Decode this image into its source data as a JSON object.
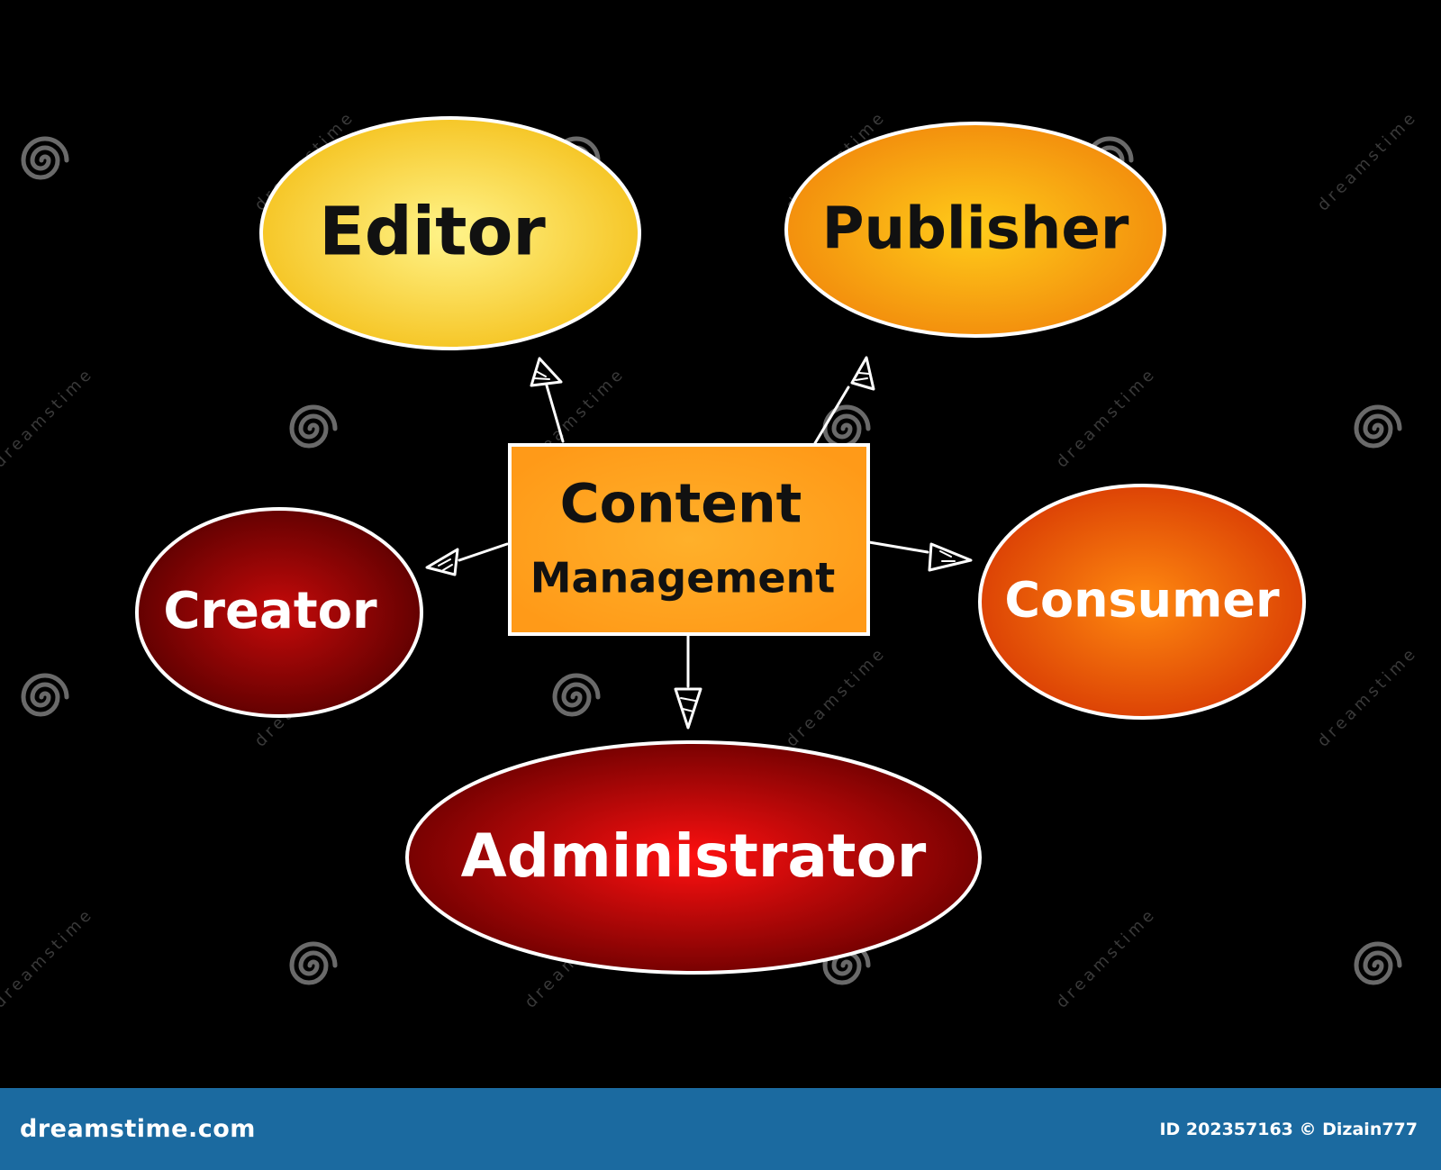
{
  "diagram": {
    "center": {
      "line1": "Content",
      "line2": "Management",
      "fill": "#ff9a18"
    },
    "nodes": {
      "editor": {
        "label": "Editor",
        "fill_inner": "#fff48a",
        "fill_outer": "#f5c21e"
      },
      "publisher": {
        "label": "Publisher",
        "fill_inner": "#ffcc1a",
        "fill_outer": "#f28a0c"
      },
      "creator": {
        "label": "Creator",
        "fill_inner": "#c60a0a",
        "fill_outer": "#5a0000"
      },
      "consumer": {
        "label": "Consumer",
        "fill_inner": "#ff8a10",
        "fill_outer": "#d93c04"
      },
      "administrator": {
        "label": "Administrator",
        "fill_inner": "#ff1010",
        "fill_outer": "#6a0000"
      }
    }
  },
  "watermark": {
    "text": "dreamstime"
  },
  "footer": {
    "site": "dreamstime.com",
    "id_line": "ID 202357163 © Dizain777"
  }
}
